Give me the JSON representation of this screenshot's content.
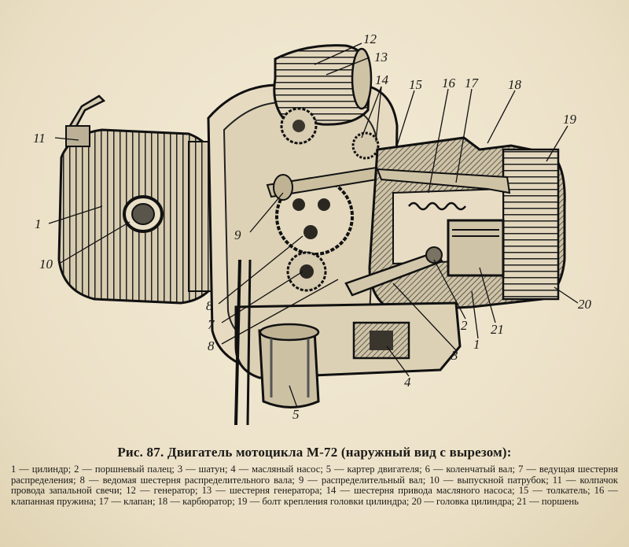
{
  "figure": {
    "callouts": [
      {
        "num": "1"
      },
      {
        "num": "2"
      },
      {
        "num": "3"
      },
      {
        "num": "4"
      },
      {
        "num": "5"
      },
      {
        "num": "7"
      },
      {
        "num": "8"
      },
      {
        "num": "9"
      },
      {
        "num": "10"
      },
      {
        "num": "11"
      },
      {
        "num": "12"
      },
      {
        "num": "13"
      },
      {
        "num": "14"
      },
      {
        "num": "15"
      },
      {
        "num": "16"
      },
      {
        "num": "17"
      },
      {
        "num": "18"
      },
      {
        "num": "19"
      },
      {
        "num": "20"
      },
      {
        "num": "21"
      }
    ]
  },
  "caption": {
    "title": "Рис. 87. Двигатель мотоцикла М-72 (наружный вид с вырезом):",
    "legend_lines": [
      "1 — цилиндр; 2 — поршневый палец; 3 — шатун; 4 — масляный насос; 5 — картер двигателя; 6 — коленчатый вал; 7 — ведущая шестерня распределения; 8 — ведомая шестерня распределительного вала; 9 — распределительный вал; 10 — выпускной патрубок; 11 — колпачок провода запальной свечи; 12 — генератор; 13 — шестерня генератора; 14 — шестерня привода масляного насоса; 15 — толкатель; 16 — клапанная пружина; 17 — клапан; 18 — карбюратор; 19 — болт крепления головки цилиндра; 20 — головка цилиндра; 21 — поршень"
    ]
  }
}
